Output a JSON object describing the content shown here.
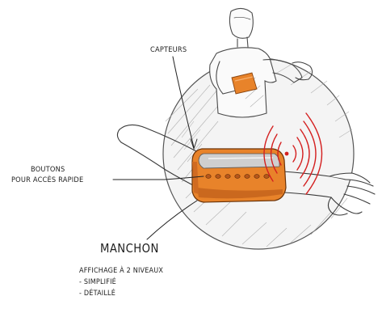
{
  "labels": {
    "capteurs": "CAPTEURS",
    "boutons_line1": "BOUTONS",
    "boutons_line2": "POUR ACCÈS RAPIDE",
    "manchon": "MANCHON",
    "affichage": "AFFICHAGE À 2 NIVEAUX",
    "level_simplifie": "- SIMPLIFIÉ",
    "level_detaille": "- DÉTAILLÉ"
  },
  "colors": {
    "sleeve_orange": "#e8832a",
    "sleeve_dark": "#b8561a",
    "signal_red": "#d42020",
    "sketch_line": "#333333",
    "hatch_gray": "#9a9a9a"
  }
}
